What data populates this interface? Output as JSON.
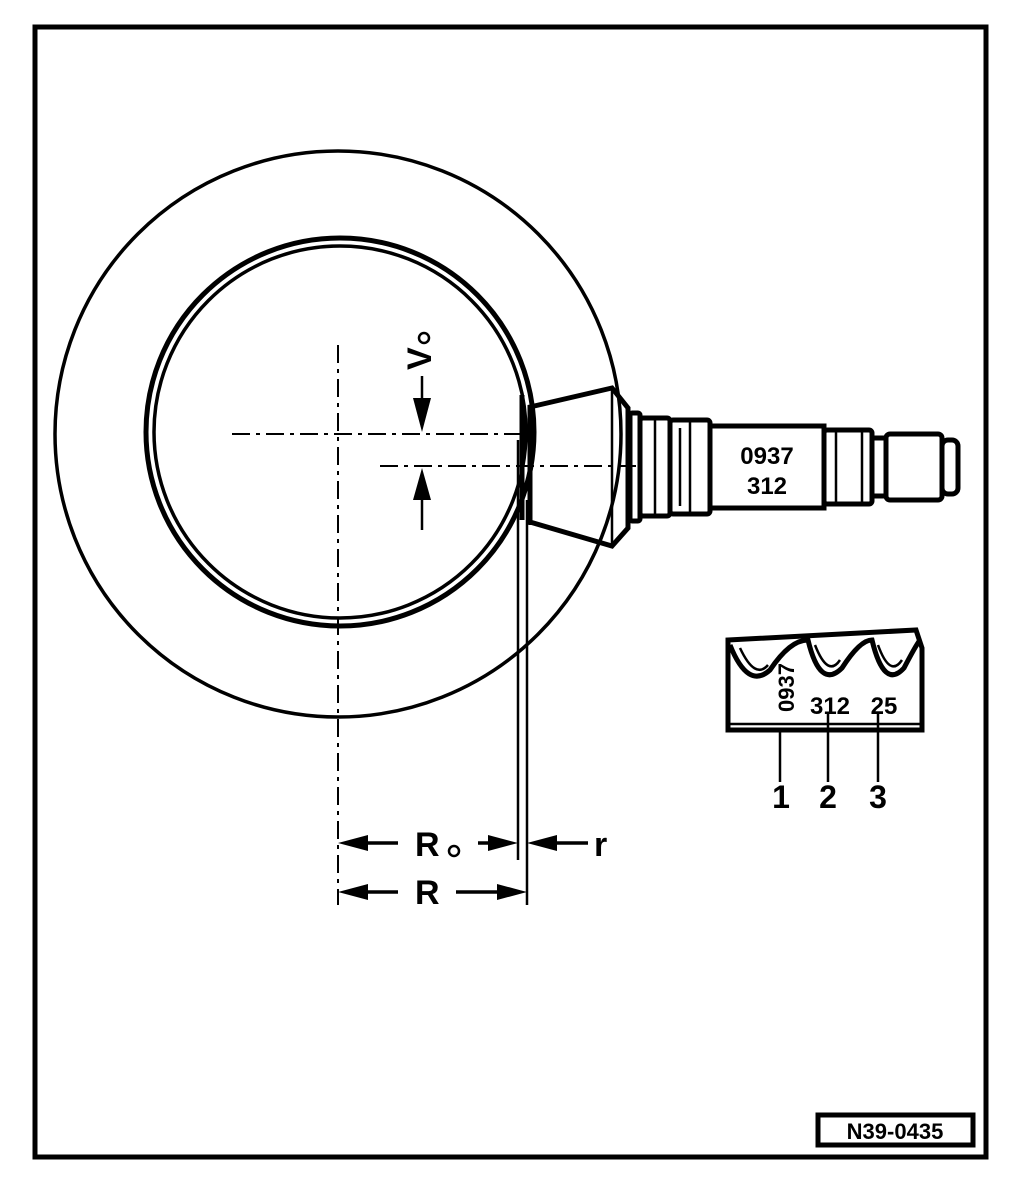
{
  "labels": {
    "vo": "V",
    "ro": "R",
    "r": "r",
    "R": "R",
    "pinion_number_top": "0937",
    "pinion_number_bottom": "312",
    "gear_code_1": "0937",
    "gear_code_2": "312",
    "gear_code_3": "25",
    "callout_1": "1",
    "callout_2": "2",
    "callout_3": "3",
    "figure_id": "N39-0435"
  }
}
